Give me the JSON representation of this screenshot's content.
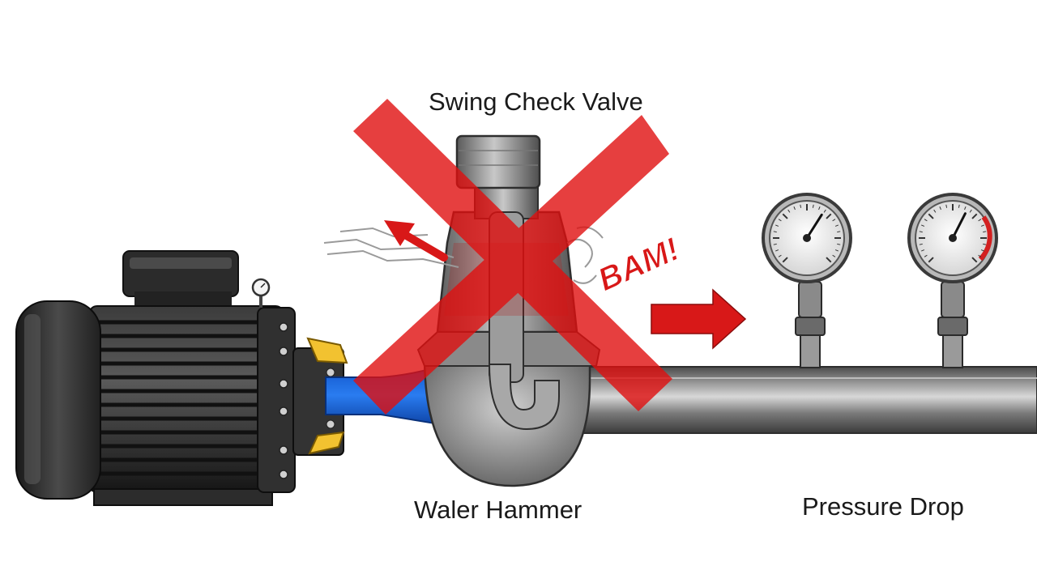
{
  "labels": {
    "valve": "Swing Check Valve",
    "hammer": "Waler Hammer",
    "pressure": "Pressure Drop",
    "impact": "BAM!"
  },
  "colors": {
    "cross": "#e01010",
    "flow": "#1565e0",
    "fitting": "#f2c230",
    "arrow": "#d81818",
    "motor": "#2a2a2a",
    "pipe": "#6e6e6e",
    "gauge_danger": "#d32020"
  },
  "icons": {
    "prohibition": "red-x-icon",
    "flow_direction": "right-arrow-icon",
    "backflow": "up-left-arrow-icon",
    "gauge": "pressure-gauge-icon"
  },
  "gauges": [
    {
      "name": "gauge-1",
      "needle_level": 0.62
    },
    {
      "name": "gauge-2",
      "needle_level": 0.6
    }
  ]
}
